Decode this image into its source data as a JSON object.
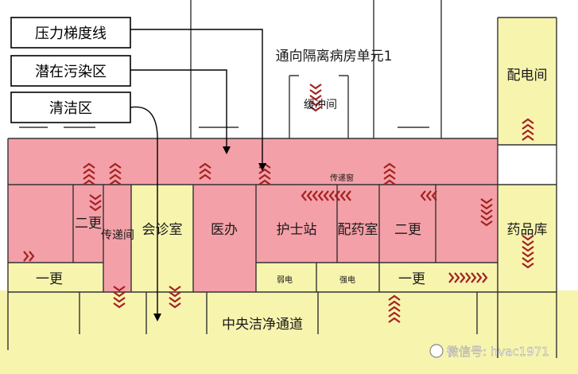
{
  "legend": {
    "pressure_line": "压力梯度线",
    "potential_zone": "潜在污染区",
    "clean_zone": "清洁区"
  },
  "rooms": {
    "ward_unit": "通向隔离病房单元1",
    "buffer": "缓冲间",
    "distribution": "配电间",
    "pass_window": "传递窗",
    "change2_left": "二更",
    "pass_room": "传递间",
    "consult": "会诊室",
    "doctor_office": "医办",
    "nurse_station": "护士站",
    "dispensary": "配药室",
    "change2_right": "二更",
    "pharmacy": "药品库",
    "change1_left": "一更",
    "weak_elec": "弱电",
    "strong_elec": "强电",
    "change1_right": "一更",
    "central_corridor": "中央洁净通道"
  },
  "watermark": "微信号: hvac1971",
  "colors": {
    "potential_zone": "#f4a0a8",
    "clean_zone": "#f7f4ae",
    "chevron": "#a32222"
  },
  "icons": {
    "watermark": "wechat-icon"
  }
}
